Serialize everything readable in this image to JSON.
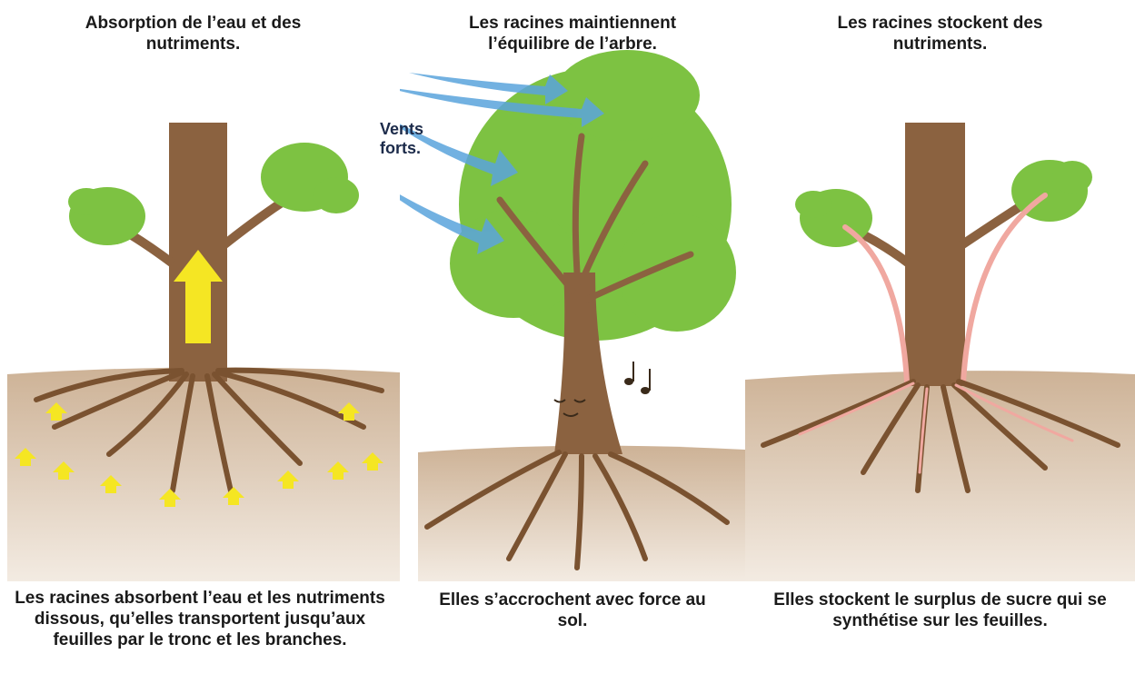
{
  "panels": [
    {
      "title": "Absorption de l’eau et des nutriments.",
      "caption": "Les racines absorbent l’eau et les nutriments dissous, qu’elles transportent jusqu’aux feuilles par le tronc et les branches."
    },
    {
      "title": "Les racines maintiennent l’équilibre de l’arbre.",
      "caption": "Elles s’accrochent avec force au sol.",
      "wind_label": "Vents forts."
    },
    {
      "title": "Les racines stockent des nutriments.",
      "caption": "Elles stockent le surplus de sucre qui se synthétise sur les feuilles."
    }
  ],
  "colors": {
    "soil": "#d8c3ab",
    "trunk": "#8b6240",
    "leaf": "#7dc242",
    "water_arrow": "#f5e623",
    "sugar_flow": "#f0a8a0",
    "wind": "#5aa4dc"
  },
  "icons": [
    "wind-arrow-icon",
    "music-note-icon",
    "upward-arrow-icon"
  ]
}
